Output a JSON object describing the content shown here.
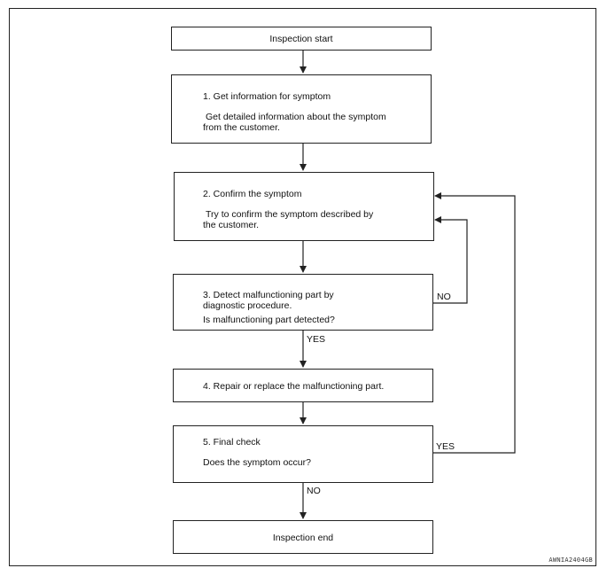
{
  "start": "Inspection start",
  "step1": {
    "title": "1. Get information for symptom",
    "desc_line1": "Get detailed information about the symptom",
    "desc_line2": "from the customer."
  },
  "step2": {
    "title": "2. Confirm the symptom",
    "desc_line1": "Try to confirm the symptom described by",
    "desc_line2": "the customer."
  },
  "step3": {
    "title_line1": "3. Detect malfunctioning part by",
    "title_line2": "diagnostic procedure.",
    "question": "Is malfunctioning part detected?"
  },
  "step4": {
    "title": "4. Repair or replace the malfunctioning part."
  },
  "step5": {
    "title": "5. Final check",
    "question": "Does the symptom occur?"
  },
  "end": "Inspection end",
  "labels": {
    "yes_a": "YES",
    "no_a": "NO",
    "yes_b": "YES",
    "no_b": "NO"
  },
  "figure_code": "AWNIA2404GB"
}
